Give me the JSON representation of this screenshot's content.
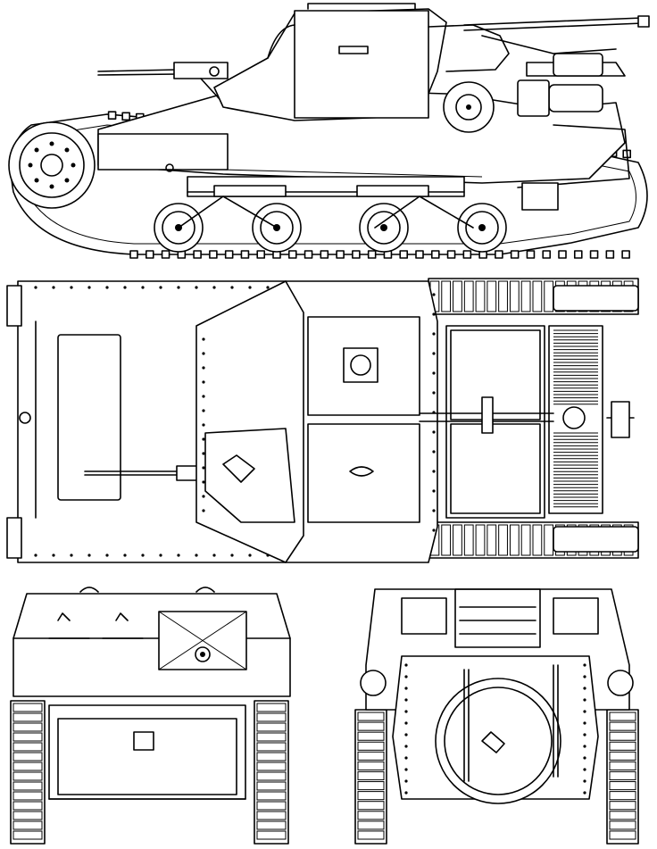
{
  "drawing": {
    "colors": {
      "line": "#000000",
      "paper": "#ffffff"
    },
    "views": [
      {
        "id": "side",
        "road_wheels": 4,
        "return_rollers": 0
      },
      {
        "id": "top",
        "hatches": 2,
        "engine_louvers": 2
      },
      {
        "id": "front"
      },
      {
        "id": "rear"
      }
    ],
    "icons": [
      "machine-gun-icon",
      "hatch-icon",
      "road-wheel-icon",
      "sprocket-icon",
      "track-icon",
      "headlight-icon"
    ]
  }
}
